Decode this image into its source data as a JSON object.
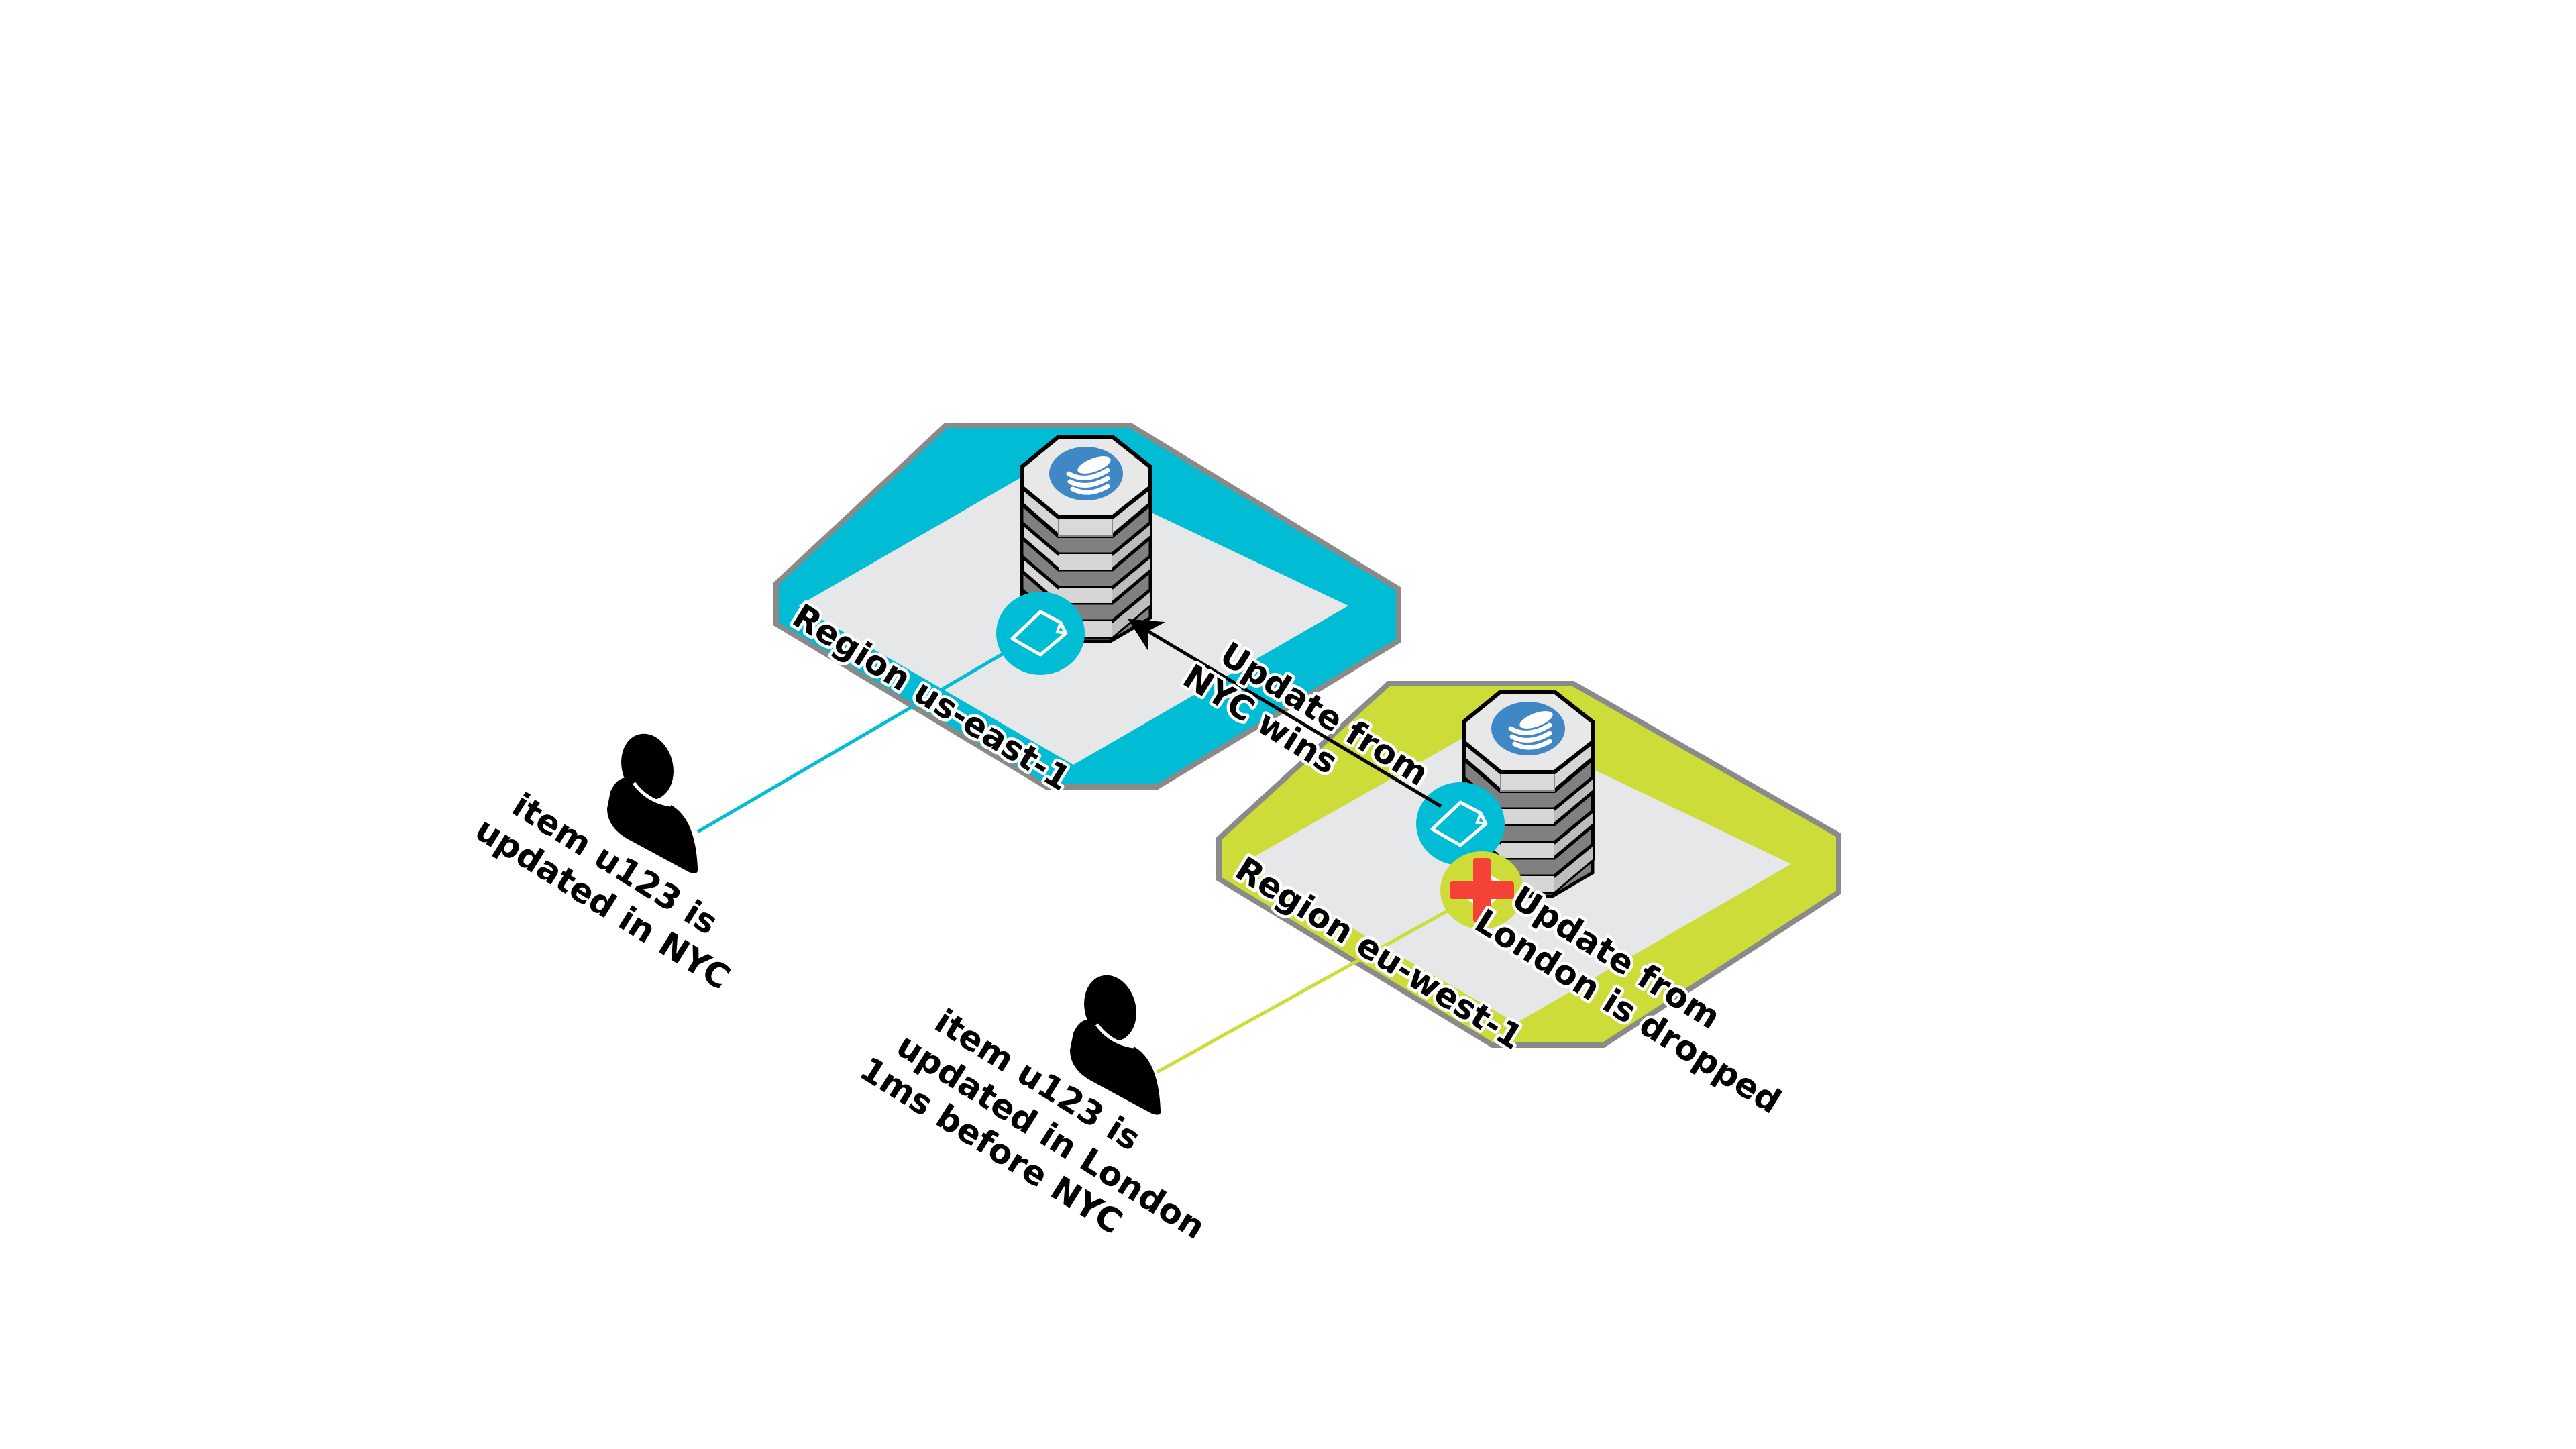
{
  "diagram": {
    "title": "Multi-region replication conflict: last writer wins",
    "colors": {
      "background": "#ffffff",
      "region_us_east": "#00bcd4",
      "region_eu_west": "#cddc39",
      "region_border": "#8a8a8a",
      "region_floor": "#e6e7e8",
      "db_icon_badge": "#3f88c5",
      "doc_badge": "#00bcd4",
      "dropped_badge": "#cddc39",
      "drop_cross": "#f44336",
      "db_body_light": "#d6d6d6",
      "db_body_mid": "#bdbdbd",
      "db_band": "#808080",
      "user": "#000000",
      "text": "#000000"
    },
    "regions": [
      {
        "id": "us-east-1",
        "label": "Region us-east-1",
        "db_icon": "database-icon",
        "item_icon": "document-icon"
      },
      {
        "id": "eu-west-1",
        "label": "Region eu-west-1",
        "db_icon": "database-icon",
        "item_icon": "document-icon",
        "dropped_icon": "cross-icon"
      }
    ],
    "users": [
      {
        "id": "nyc-user",
        "icon": "user-icon",
        "caption": [
          "item u123 is",
          "updated in NYC"
        ],
        "connects_to": "us-east-1"
      },
      {
        "id": "london-user",
        "icon": "user-icon",
        "caption": [
          "item u123 is",
          "updated in London",
          "1ms before NYC"
        ],
        "connects_to": "eu-west-1"
      }
    ],
    "annotations": {
      "replication_arrow": {
        "from": "eu-west-1",
        "to": "us-east-1",
        "label": [
          "Update from",
          "NYC wins"
        ]
      },
      "dropped_update": {
        "region": "eu-west-1",
        "label": [
          "Update from",
          "London is dropped"
        ]
      }
    }
  }
}
